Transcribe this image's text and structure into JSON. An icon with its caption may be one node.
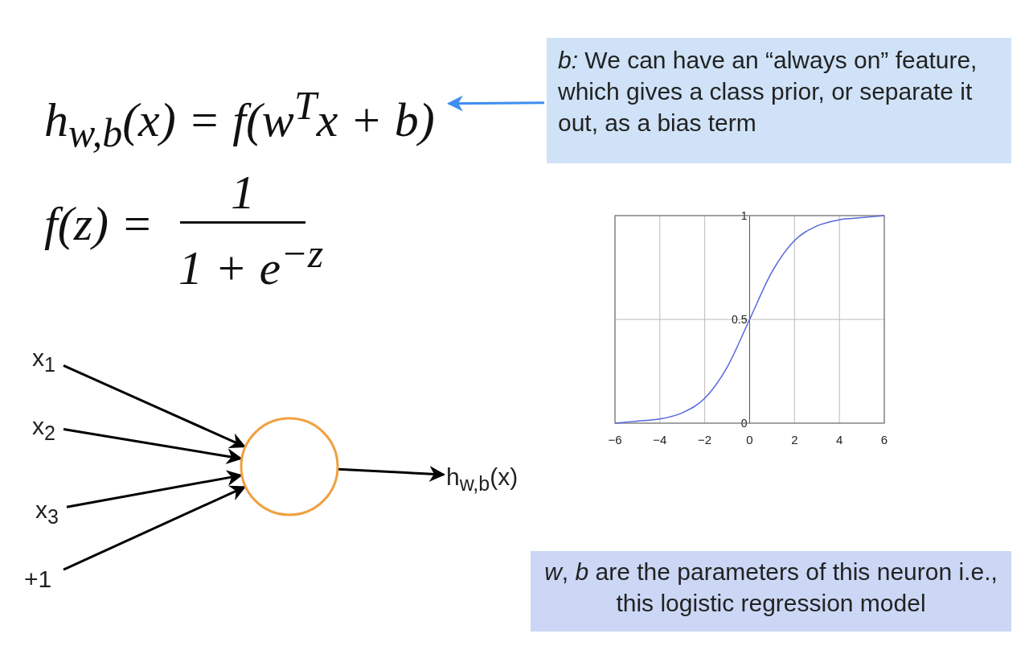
{
  "diagram": {
    "nodes": [
      {
        "text": [
          "h$_{w,b}$(x) = f(w$^{T}$x + b)"
        ]
      },
      {
        "text": [
          "*b:* We can have an “always on” feature, which gives a class prior, or separate it out, as a bias term"
        ]
      },
      {
        "text": [
          "x$_{1}$"
        ]
      },
      {
        "text": [
          "x$_{2}$"
        ]
      },
      {
        "text": [
          "x$_{3}$"
        ]
      },
      {
        "text": [
          "+1"
        ]
      },
      {
        "text": [],
        "shape": "circle"
      },
      {
        "text": [
          "h$_{w,b}$(x)"
        ]
      },
      {
        "text": [
          "*w*, *b* are the parameters of this neuron i.e., this logistic regression model"
        ]
      }
    ],
    "edges": [
      {
        "from": 1,
        "to": 0,
        "arrow": "to",
        "color": "#3d8ef0"
      },
      {
        "from": 2,
        "to": 6,
        "arrow": "to"
      },
      {
        "from": 3,
        "to": 6,
        "arrow": "to"
      },
      {
        "from": 4,
        "to": 6,
        "arrow": "to"
      },
      {
        "from": 5,
        "to": 6,
        "arrow": "to"
      },
      {
        "from": 6,
        "to": 7,
        "arrow": "to"
      }
    ],
    "labels": [
      "f(z) =",
      "1",
      "1 + e$^{−z}$"
    ],
    "chart_data": {
      "type": "line",
      "x": [
        -6,
        -5,
        -4,
        -3,
        -2,
        -1,
        0,
        1,
        2,
        3,
        4,
        5,
        6
      ],
      "series": [
        {
          "color": "#5566dd",
          "values": [
            0,
            0.01,
            0.02,
            0.05,
            0.12,
            0.27,
            0.5,
            0.73,
            0.88,
            0.95,
            0.98,
            0.99,
            1
          ]
        }
      ],
      "grid": true,
      "xlim": [
        -6,
        6
      ],
      "ylim": [
        0,
        1
      ],
      "xticks": [
        -6,
        -4,
        -2,
        0,
        2,
        4,
        6
      ],
      "yticks": [
        0,
        0.5,
        1
      ]
    }
  }
}
